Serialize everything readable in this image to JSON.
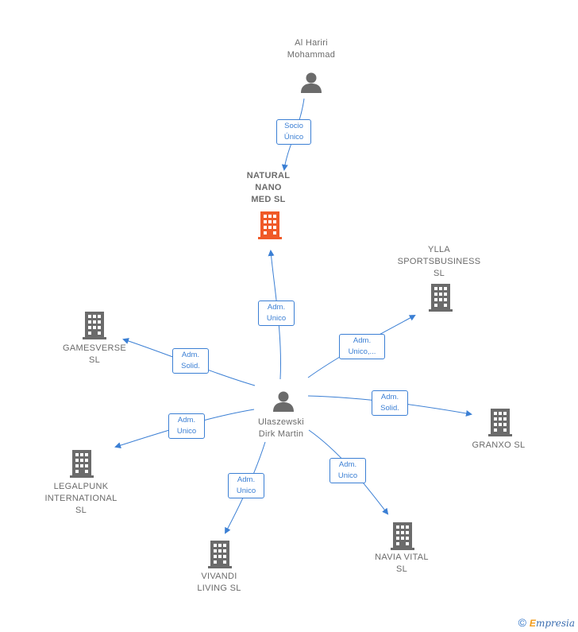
{
  "nodes": {
    "al_hariri": {
      "label": "Al Hariri\nMohammad",
      "type": "person"
    },
    "natural_nano": {
      "label": "NATURAL\nNANO\nMED  SL",
      "type": "company-main"
    },
    "ylla": {
      "label": "YLLA\nSPORTSBUSINESS\nSL",
      "type": "company"
    },
    "gamesverse": {
      "label": "GAMESVERSE\nSL",
      "type": "company"
    },
    "ulaszewski": {
      "label": "Ulaszewski\nDirk Martin",
      "type": "person"
    },
    "granxo": {
      "label": "GRANXO  SL",
      "type": "company"
    },
    "legalpunk": {
      "label": "LEGALPUNK\nINTERNATIONAL\nSL",
      "type": "company"
    },
    "navia": {
      "label": "NAVIA VITAL\nSL",
      "type": "company"
    },
    "vivandi": {
      "label": "VIVANDI\nLIVING  SL",
      "type": "company"
    }
  },
  "edges": {
    "socio_unico": "Socio\nÚnico",
    "adm_unico_natural": "Adm.\nUnico",
    "adm_unico_ylla": "Adm.\nUnico,...",
    "adm_solid_games": "Adm.\nSolid.",
    "adm_solid_granxo": "Adm.\nSolid.",
    "adm_unico_legal": "Adm.\nUnico",
    "adm_unico_navia": "Adm.\nUnico",
    "adm_unico_vivandi": "Adm.\nUnico"
  },
  "colors": {
    "edge": "#3b7fd4",
    "icon_gray": "#6b6b6b",
    "icon_main": "#f05a28"
  },
  "footer": {
    "copyright": "©",
    "brand_e": "E",
    "brand_rest": "mpresia"
  }
}
